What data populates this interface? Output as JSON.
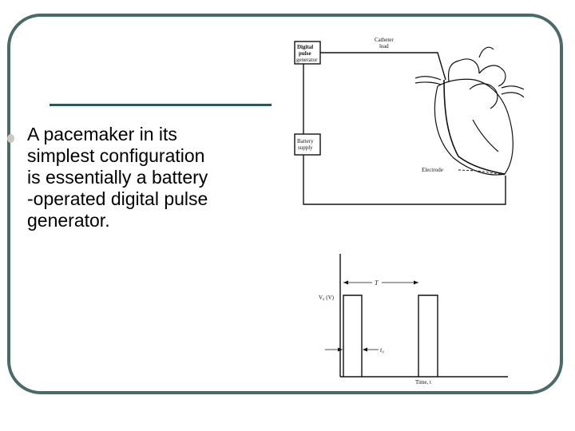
{
  "slide": {
    "bullet_lines": [
      "A pacemaker in its",
      "simplest configuration",
      "is essentially a battery",
      "-operated digital pulse",
      "generator."
    ]
  },
  "diagram": {
    "pulse_generator_label": [
      "Digital",
      "pulse",
      "generator"
    ],
    "battery_label": [
      "Battery",
      "supply"
    ],
    "catheter_label": [
      "Catheter",
      "lead"
    ],
    "electrode_label": "Electrode"
  },
  "waveform": {
    "period_label": "T",
    "amplitude_label": "V₀ (V)",
    "width_label": "t₀",
    "time_label": "Time, t"
  }
}
